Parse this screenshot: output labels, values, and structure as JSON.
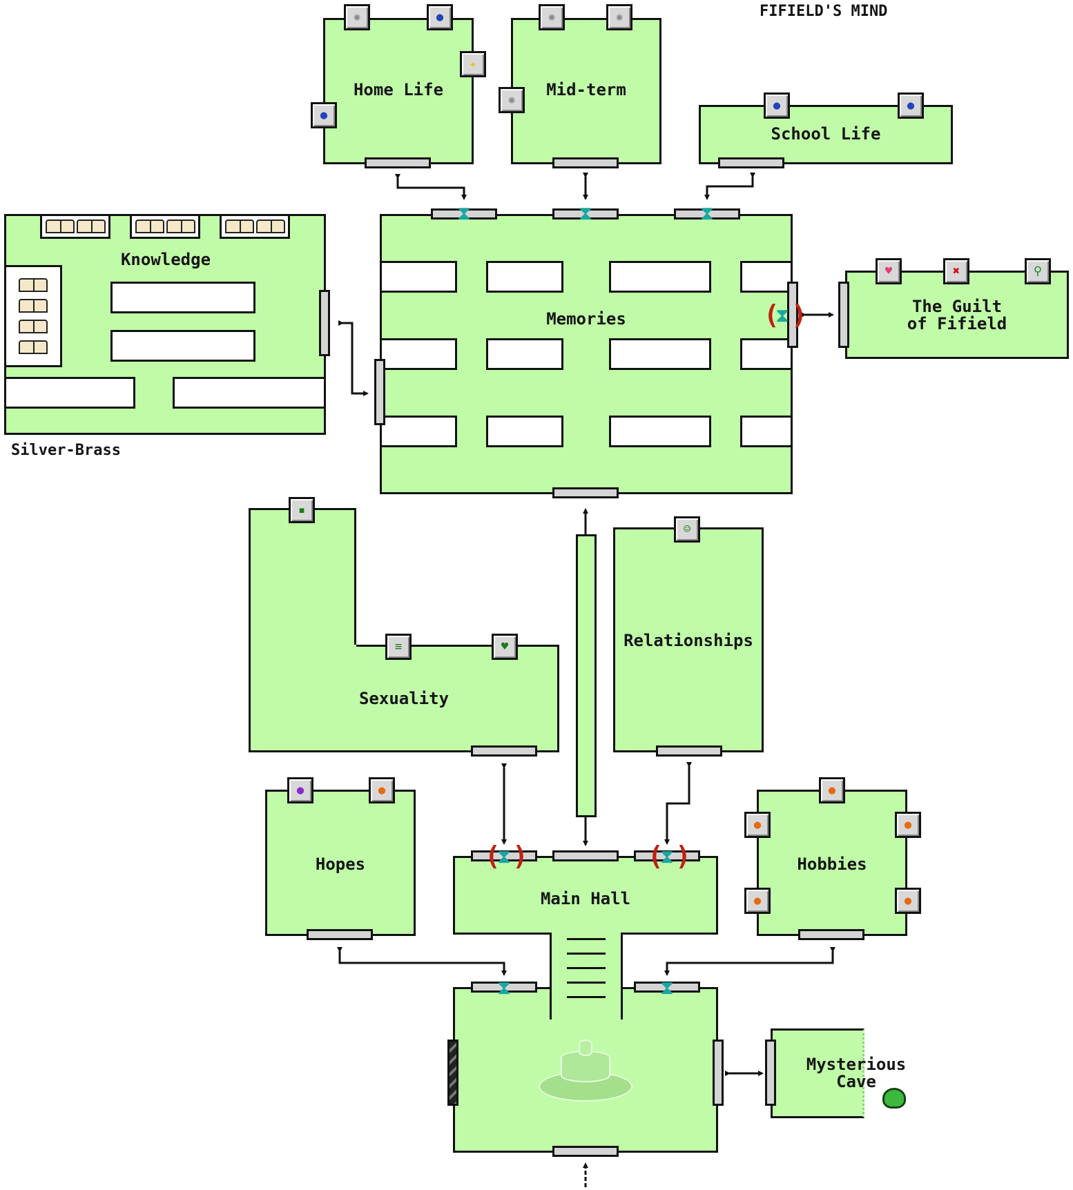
{
  "map_title": "FIFIELD'S MIND",
  "location_caption": "Silver-Brass",
  "rooms": {
    "home_life": "Home Life",
    "mid_term": "Mid-term",
    "school_life": "School Life",
    "knowledge": "Knowledge",
    "memories": "Memories",
    "guilt": "The Guilt\nof Fifield",
    "sexuality": "Sexuality",
    "relationships": "Relationships",
    "hopes": "Hopes",
    "main_hall": "Main Hall",
    "hobbies": "Hobbies",
    "mysterious_cave": "Mysterious\nCave"
  },
  "icons": {
    "home_life": [
      "sparkle-icon",
      "blue-orb-icon",
      "gold-gem-icon",
      "blue-orb-icon"
    ],
    "mid_term": [
      "sparkle-icon",
      "sparkle-icon",
      "sparkle-icon"
    ],
    "school_life": [
      "blue-orb-icon",
      "blue-orb-icon"
    ],
    "guilt": [
      "heart-icon",
      "red-x-icon",
      "green-key-icon"
    ],
    "sexuality": [
      "green-chip-icon",
      "green-scroll-icon",
      "green-heart-icon"
    ],
    "relationships": [
      "green-face-icon"
    ],
    "hopes": [
      "purple-creature-icon",
      "orange-flame-icon"
    ],
    "hobbies": [
      "orange-flame-icon",
      "orange-flame-icon",
      "orange-flame-icon",
      "orange-flame-icon",
      "orange-flame-icon"
    ]
  },
  "colors": {
    "room_fill": "#c0fca8",
    "door": "#d4d4d4",
    "hourglass": "#1aa7a0",
    "lock_bracket": "#c02010"
  }
}
